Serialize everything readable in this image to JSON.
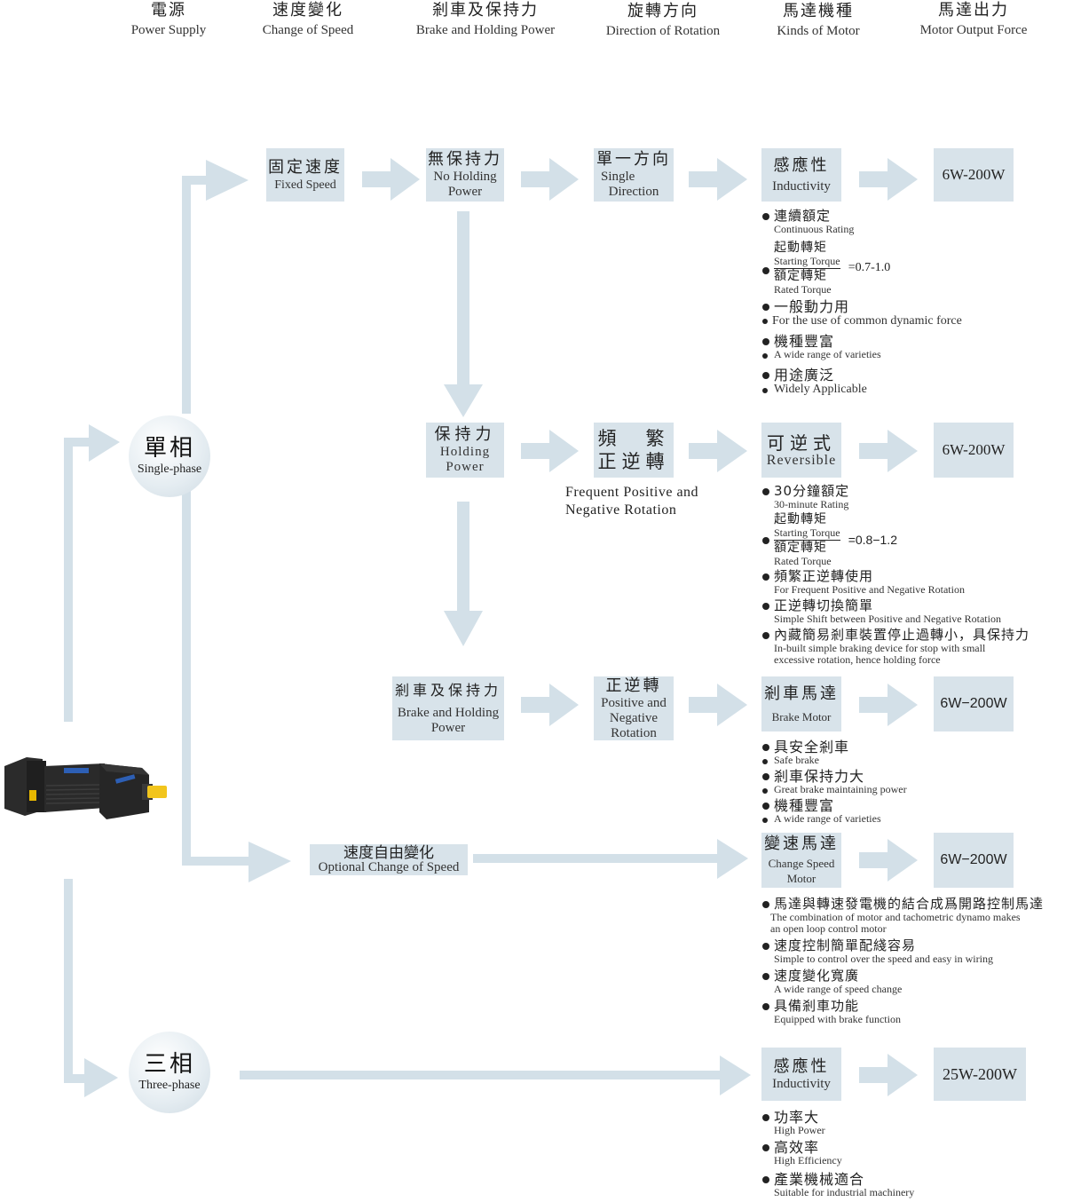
{
  "colors": {
    "flow": "#d3e0e8",
    "box": "#d8e3ea",
    "text": "#222222"
  },
  "headers": [
    {
      "zh": "電源",
      "en": "Power Supply"
    },
    {
      "zh": "速度變化",
      "en": "Change of Speed"
    },
    {
      "zh": "剎車及保持力",
      "en": "Brake and Holding Power"
    },
    {
      "zh": "旋轉方向",
      "en": "Direction of Rotation"
    },
    {
      "zh": "馬達機種",
      "en": "Kinds of Motor"
    },
    {
      "zh": "馬達出力",
      "en": "Motor Output Force"
    }
  ],
  "power": {
    "single": {
      "zh": "單相",
      "en": "Single-phase"
    },
    "three": {
      "zh": "三相",
      "en": "Three-phase"
    }
  },
  "speed": {
    "fixed": {
      "zh": "固定速度",
      "en": "Fixed Speed"
    },
    "optional": {
      "zh": "速度自由變化",
      "en": "Optional Change of Speed"
    }
  },
  "brake": {
    "none": {
      "zh": "無保持力",
      "en1": "No Holding",
      "en2": "Power"
    },
    "holding": {
      "zh": "保持力",
      "en1": "Holding",
      "en2": "Power"
    },
    "brake_holding": {
      "zh": "剎車及保持力",
      "en1": "Brake and Holding",
      "en2": "Power"
    }
  },
  "direction": {
    "single": {
      "zh": "單一方向",
      "en1": "Single",
      "en2": "Direction"
    },
    "frequent": {
      "zh1": "頻　繁",
      "zh2": "正逆轉",
      "en1": "Frequent Positive and",
      "en2": "Negative Rotation"
    },
    "posneg": {
      "zh": "正逆轉",
      "en1": "Positive and",
      "en2": "Negative",
      "en3": "Rotation"
    }
  },
  "motors": [
    {
      "zh": "感應性",
      "en": "Inductivity",
      "output": "6W-200W",
      "features": [
        {
          "zh": "連續額定",
          "en": "Continuous Rating"
        },
        {
          "fraction": {
            "num_zh": "起動轉矩",
            "num_en": "Starting Torque",
            "den_zh": "額定轉矩",
            "den_en": "Rated Torque"
          },
          "value": "=0.7-1.0"
        },
        {
          "zh": "一般動力用",
          "en": "For the use of common dynamic force"
        },
        {
          "zh": "機種豐富",
          "en": "A wide range of varieties"
        },
        {
          "zh": "用途廣泛",
          "en": "Widely Applicable"
        }
      ]
    },
    {
      "zh": "可逆式",
      "en": "Reversible",
      "output": "6W-200W",
      "features": [
        {
          "zh": "30分鐘額定",
          "en": "30-minute Rating"
        },
        {
          "fraction": {
            "num_zh": "起動轉矩",
            "num_en": "Starting Torque",
            "den_zh": "額定轉矩",
            "den_en": "Rated Torque"
          },
          "value": "=0.8−1.2"
        },
        {
          "zh": "頻繁正逆轉使用",
          "en": "For Frequent Positive and Negative Rotation"
        },
        {
          "zh": "正逆轉切換簡單",
          "en": "Simple Shift between Positive and Negative Rotation"
        },
        {
          "zh": "內藏簡易剎車裝置停止過轉小，具保持力",
          "en": "In-built simple braking device for stop with small",
          "en2": "excessive rotation, hence holding force"
        }
      ]
    },
    {
      "zh": "剎車馬達",
      "en": "Brake Motor",
      "output": "6W−200W",
      "features": [
        {
          "zh": "具安全剎車",
          "en": "Safe brake"
        },
        {
          "zh": "剎車保持力大",
          "en": "Great brake maintaining power"
        },
        {
          "zh": "機種豐富",
          "en": "A wide range of varieties"
        }
      ]
    },
    {
      "zh": "變速馬達",
      "en1": "Change Speed",
      "en2": "Motor",
      "output": "6W−200W",
      "features": [
        {
          "zh": "馬達與轉速發電機的結合成爲開路控制馬達",
          "en": "The combination of motor and tachometric dynamo makes",
          "en2": "an open loop control motor"
        },
        {
          "zh": "速度控制簡單配綫容易",
          "en": "Simple to control over the speed and easy in wiring"
        },
        {
          "zh": "速度變化寬廣",
          "en": "A wide range of speed change"
        },
        {
          "zh": "具備剎車功能",
          "en": "Equipped with brake function"
        }
      ]
    },
    {
      "zh": "感應性",
      "en": "Inductivity",
      "output": "25W-200W",
      "features": [
        {
          "zh": "功率大",
          "en": "High Power"
        },
        {
          "zh": "高效率",
          "en": "High Efficiency"
        },
        {
          "zh": "產業機械適合",
          "en": "Suitable for industrial machinery"
        }
      ]
    }
  ],
  "icons": {
    "motor": "gear-motor-image",
    "arrow": "flow-arrow"
  }
}
